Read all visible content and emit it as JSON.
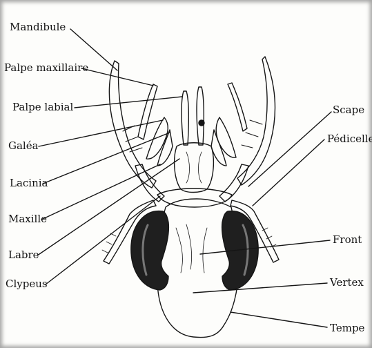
{
  "figure": {
    "left_labels": {
      "mandibule": "Mandibule",
      "palpe_maxillaire": "Palpe maxillaire",
      "palpe_labial": "Palpe labial",
      "galea": "Galéa",
      "lacinia": "Lacinia",
      "maxille": "Maxille",
      "labre": "Labre",
      "clypeus": "Clypeus"
    },
    "right_labels": {
      "scape": "Scape",
      "pedicelle": "Pédicelle",
      "front": "Front",
      "vertex": "Vertex",
      "tempe": "Tempe"
    },
    "ink_color": "#151515",
    "background_color": "#fdfdfb"
  }
}
